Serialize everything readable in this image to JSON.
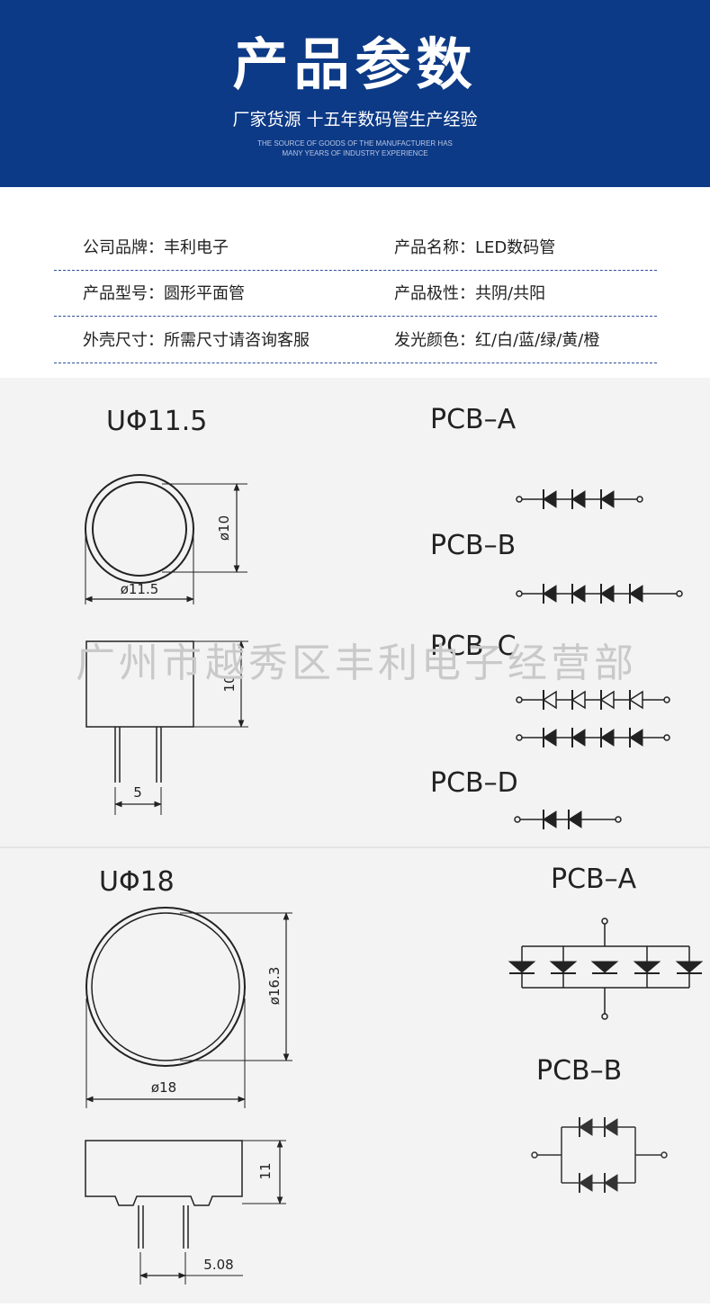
{
  "header": {
    "title": "产品参数",
    "subtitle": "厂家货源 十五年数码管生产经验",
    "subtitle_en_1": "THE SOURCE OF GOODS OF THE MANUFACTURER HAS",
    "subtitle_en_2": "MANY YEARS OF INDUSTRY EXPERIENCE"
  },
  "specs": [
    {
      "left": "公司品牌：丰利电子",
      "right": "产品名称：LED数码管"
    },
    {
      "left": "产品型号：圆形平面管",
      "right": "产品极性：共阴/共阳"
    },
    {
      "left": "外壳尺寸：所需尺寸请咨询客服",
      "right": "发光颜色：红/白/蓝/绿/黄/橙"
    }
  ],
  "watermark": "广州市越秀区丰利电子经营部",
  "drawing1": {
    "model": "UΦ11.5",
    "dim_inner_dia": "ø10",
    "dim_outer_dia": "ø11.5",
    "dim_height": "10",
    "dim_pitch": "5",
    "pcb_labels": [
      "PCB–A",
      "PCB–B",
      "PCB–C",
      "PCB–D"
    ]
  },
  "drawing2": {
    "model": "UΦ18",
    "dim_inner_dia": "ø16.3",
    "dim_outer_dia": "ø18",
    "dim_height": "11",
    "dim_pitch": "5.08",
    "pcb_labels": [
      "PCB–A",
      "PCB–B"
    ]
  },
  "colors": {
    "banner": "#0d3a86",
    "divider": "#2b4f9a",
    "drawing_bg": "#f3f3f3",
    "ink": "#222222"
  }
}
